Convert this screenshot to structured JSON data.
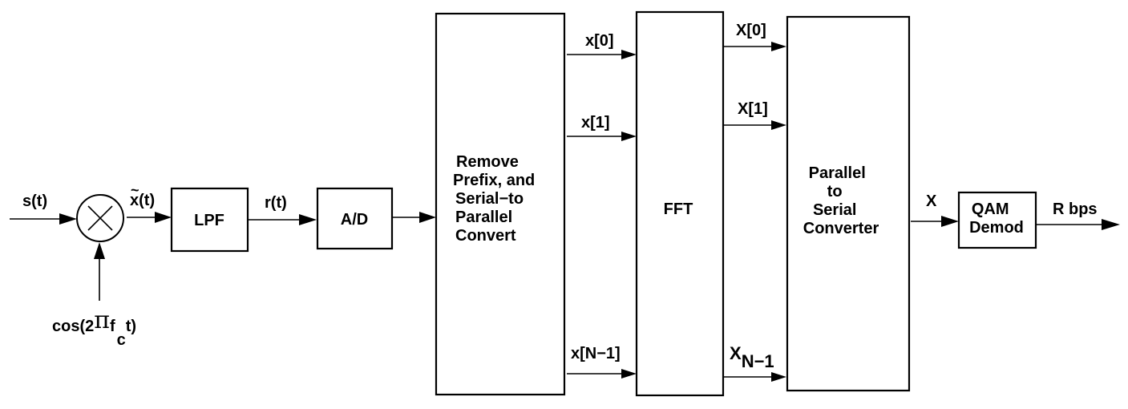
{
  "diagram": {
    "title": "OFDM receiver block diagram",
    "colors": {
      "stroke": "#000000",
      "background": "#ffffff"
    },
    "signals": {
      "input": "s(t)",
      "mixer_out": "x(t)",
      "mixer_out_accent": "~",
      "carrier": {
        "prefix": "cos(2",
        "pi": "π",
        "f": "f",
        "sub": "c",
        "suffix": "t)"
      },
      "lpf_out": "r(t)",
      "x0": "x[0]",
      "x1": "x[1]",
      "xN1": "x[N−1]",
      "X0": "X[0]",
      "X1": "X[1]",
      "XN1_base": "X",
      "XN1_sub": "N−1",
      "serial_out": "X",
      "output": "R bps"
    },
    "blocks": {
      "mixer": {
        "icon": "multiplier-x-icon"
      },
      "lpf": "LPF",
      "adc": "A/D",
      "sp_lines": [
        "Remove",
        "Prefix, and",
        "Serial−to",
        "Parallel",
        "Convert"
      ],
      "fft": "FFT",
      "ps_lines": [
        "Parallel",
        "to",
        "Serial",
        "Converter"
      ],
      "qam_lines": [
        "QAM",
        "Demod"
      ]
    }
  }
}
